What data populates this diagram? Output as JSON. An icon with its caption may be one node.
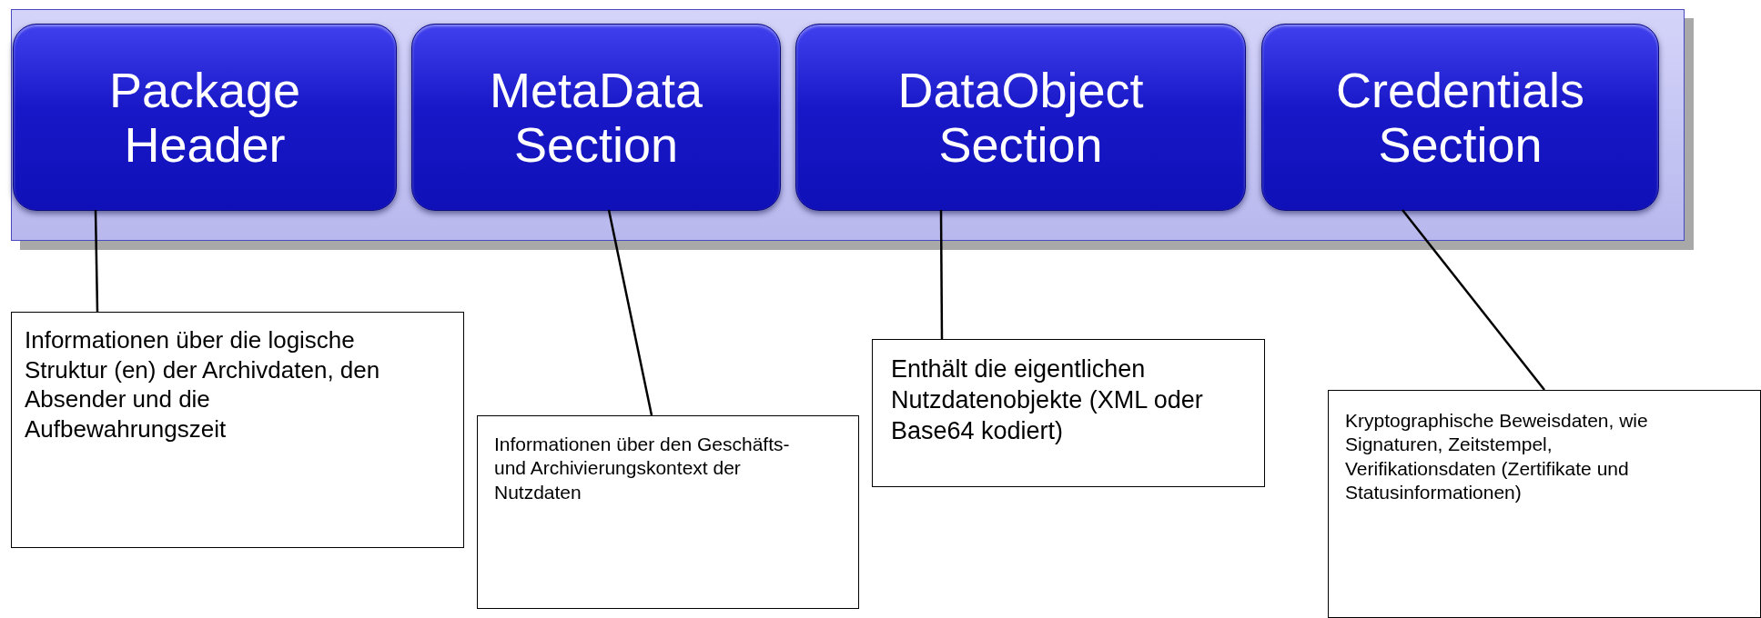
{
  "diagram": {
    "nodes": [
      {
        "text": [],
        "shape": "box"
      },
      {
        "text": [
          "Package Header"
        ],
        "in": 0
      },
      {
        "text": [
          "MetaData Section"
        ],
        "in": 0
      },
      {
        "text": [
          "DataObject Section"
        ],
        "in": 0
      },
      {
        "text": [
          "Credentials Section"
        ],
        "in": 0
      },
      {
        "text": [
          "Informationen über die logische Struktur (en) der Archivdaten, den Absender und die Aufbewahrungszeit"
        ]
      },
      {
        "text": [
          "Informationen über den Geschäfts- und Archivierungskontext der Nutzdaten"
        ]
      },
      {
        "text": [
          "Enthält die eigentlichen Nutzdatenobjekte (XML oder Base64 kodiert)"
        ]
      },
      {
        "text": [
          "Kryptographische Beweisdaten, wie Signaturen, Zeitstempel, Verifikationsdaten (Zertifikate und Statusinformationen)"
        ]
      }
    ],
    "edges": [
      {
        "from": 5,
        "to": 1,
        "arrow": "none"
      },
      {
        "from": 6,
        "to": 2,
        "arrow": "none"
      },
      {
        "from": 7,
        "to": 3,
        "arrow": "none"
      },
      {
        "from": 8,
        "to": 4,
        "arrow": "none"
      }
    ]
  }
}
